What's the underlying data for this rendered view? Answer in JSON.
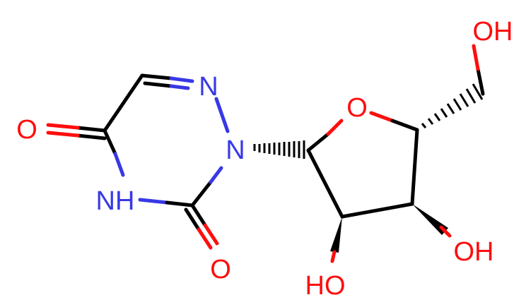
{
  "molecule": {
    "atoms": {
      "N1": "N",
      "N2": "N",
      "NH": "NH",
      "O_carbonyl_left": "O",
      "O_carbonyl_bottom": "O",
      "O_ring": "O",
      "OH_top": "OH",
      "OH_bottom_left": "HO",
      "OH_bottom_right": "OH"
    },
    "colors": {
      "carbon_bond": "#000000",
      "nitrogen": "#3838e6",
      "oxygen": "#ff0d0d"
    }
  }
}
